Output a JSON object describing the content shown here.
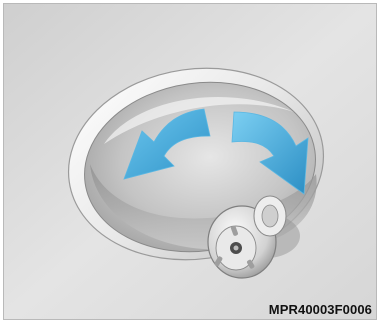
{
  "figure": {
    "code": "MPR40003F0006"
  },
  "illustration": {
    "subject": "switch-knob-rotation",
    "arrows": [
      "rotate-left",
      "rotate-right"
    ],
    "colors": {
      "background": "#dcdcdc",
      "arrow_fill": "#4fb3e0",
      "dial_face": "#b9b9b9",
      "dial_rim": "#f2f2f2"
    }
  }
}
